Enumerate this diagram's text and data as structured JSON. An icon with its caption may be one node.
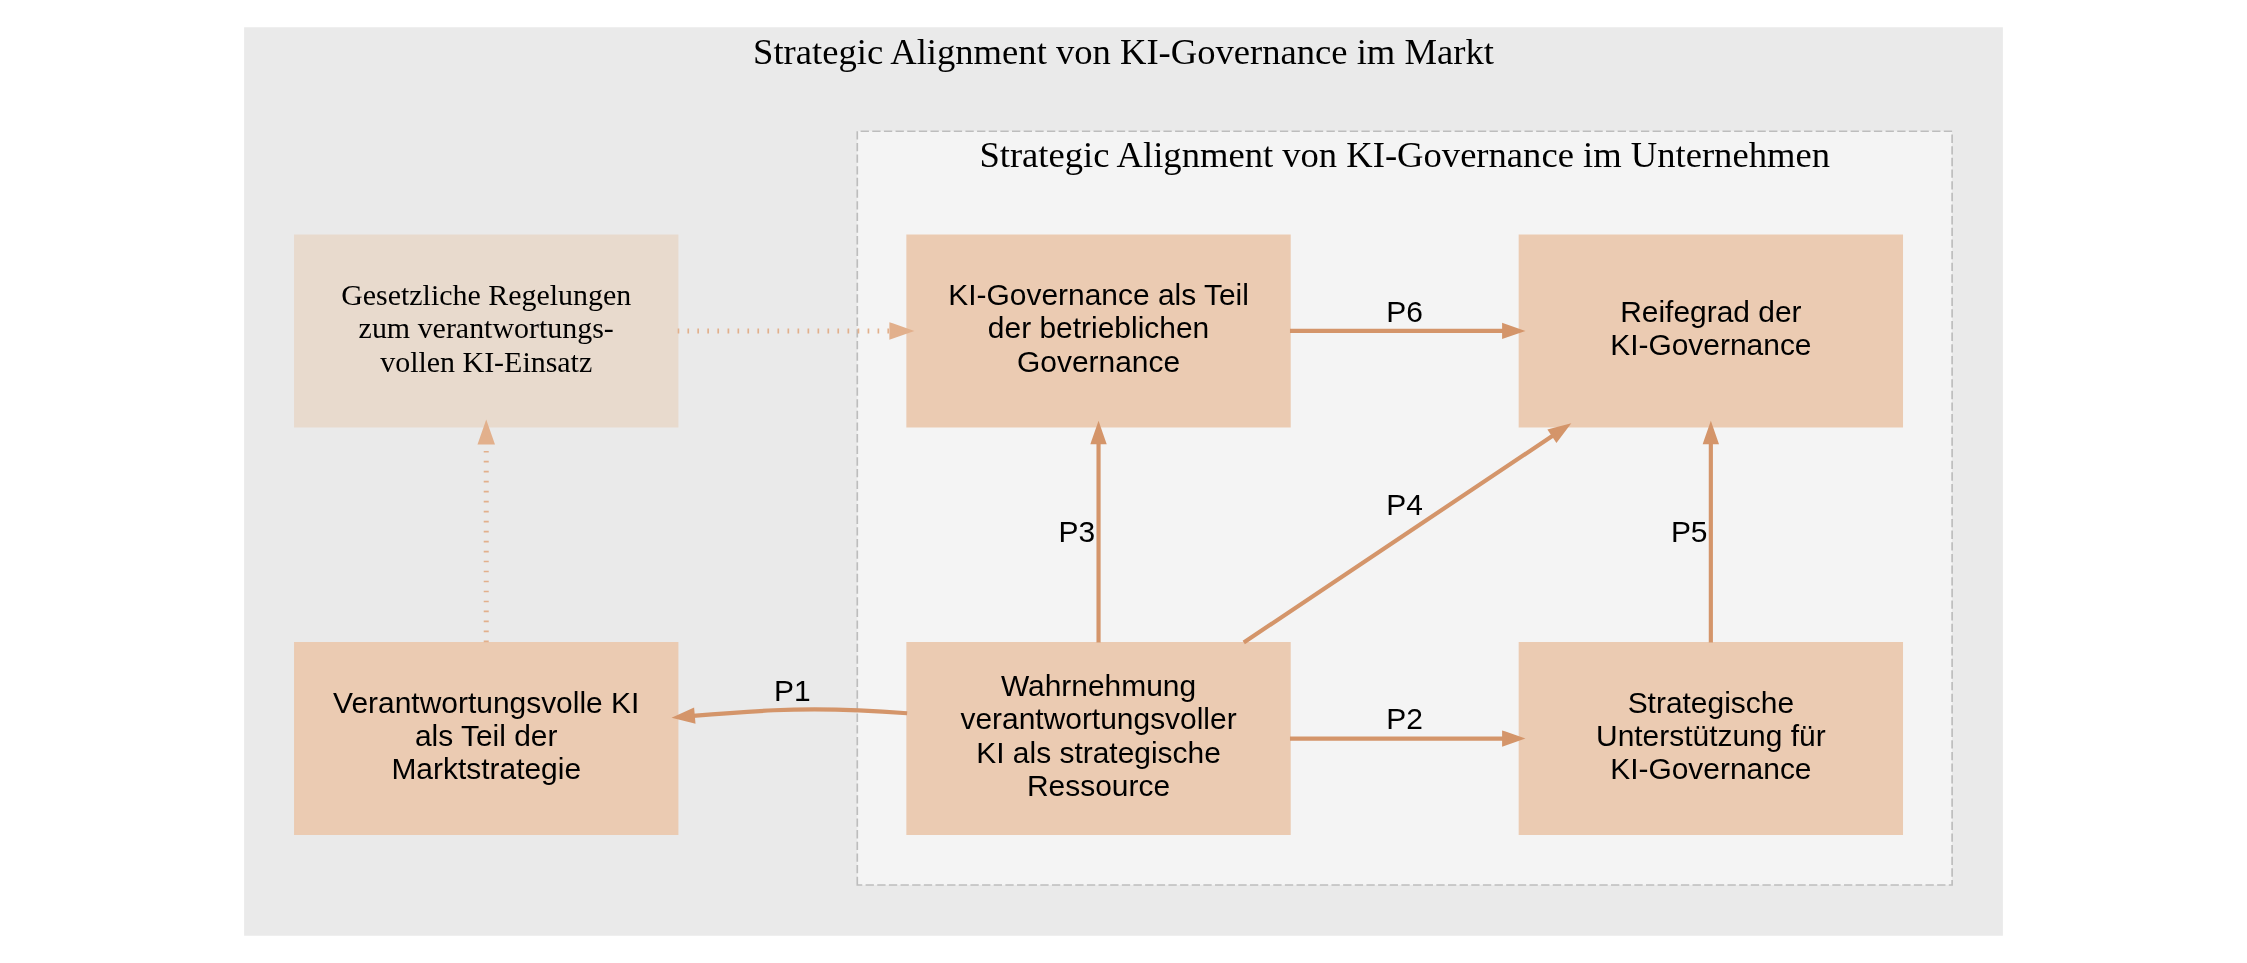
{
  "diagram": {
    "nodes": [
      {
        "text": [
          "Strategic Alignment von KI-Governance im Markt"
        ]
      },
      {
        "text": [
          "Strategic Alignment von KI-Governance im Unternehmen"
        ],
        "in": 0
      },
      {
        "text": [
          "Verantwortungsvolle KI als Teil der Marktstrategie"
        ],
        "in": 0
      },
      {
        "text": [
          "Wahrnehmung verantwortungsvoller KI als strategische Ressource"
        ],
        "in": 1
      },
      {
        "text": [
          "Strategische Unterstützung für KI-Governance"
        ],
        "in": 1
      },
      {
        "text": [
          "Gesetzliche Regelungen zum verantwortungs- vollen KI-Einsatz"
        ],
        "in": 0
      },
      {
        "text": [
          "KI-Governance als Teil der betrieblichen Governance"
        ],
        "in": 1
      },
      {
        "text": [
          "Reifegrad der KI-Governance"
        ],
        "in": 1
      }
    ],
    "edges": [
      {
        "from": 3,
        "to": 2,
        "arrow": "to",
        "label": "P1"
      },
      {
        "from": 3,
        "to": 4,
        "arrow": "to",
        "label": "P2"
      },
      {
        "from": 3,
        "to": 6,
        "arrow": "to",
        "label": "P3"
      },
      {
        "from": 3,
        "to": 7,
        "arrow": "to",
        "label": "P4"
      },
      {
        "from": 4,
        "to": 7,
        "arrow": "to",
        "label": "P5"
      },
      {
        "from": 6,
        "to": 7,
        "arrow": "to",
        "label": "P6"
      },
      {
        "from": 2,
        "to": 5,
        "arrow": "to",
        "style": "dashed",
        "color": "#e2b08c"
      },
      {
        "from": 5,
        "to": 6,
        "arrow": "to",
        "style": "dashed",
        "color": "#e2b08c"
      }
    ]
  }
}
